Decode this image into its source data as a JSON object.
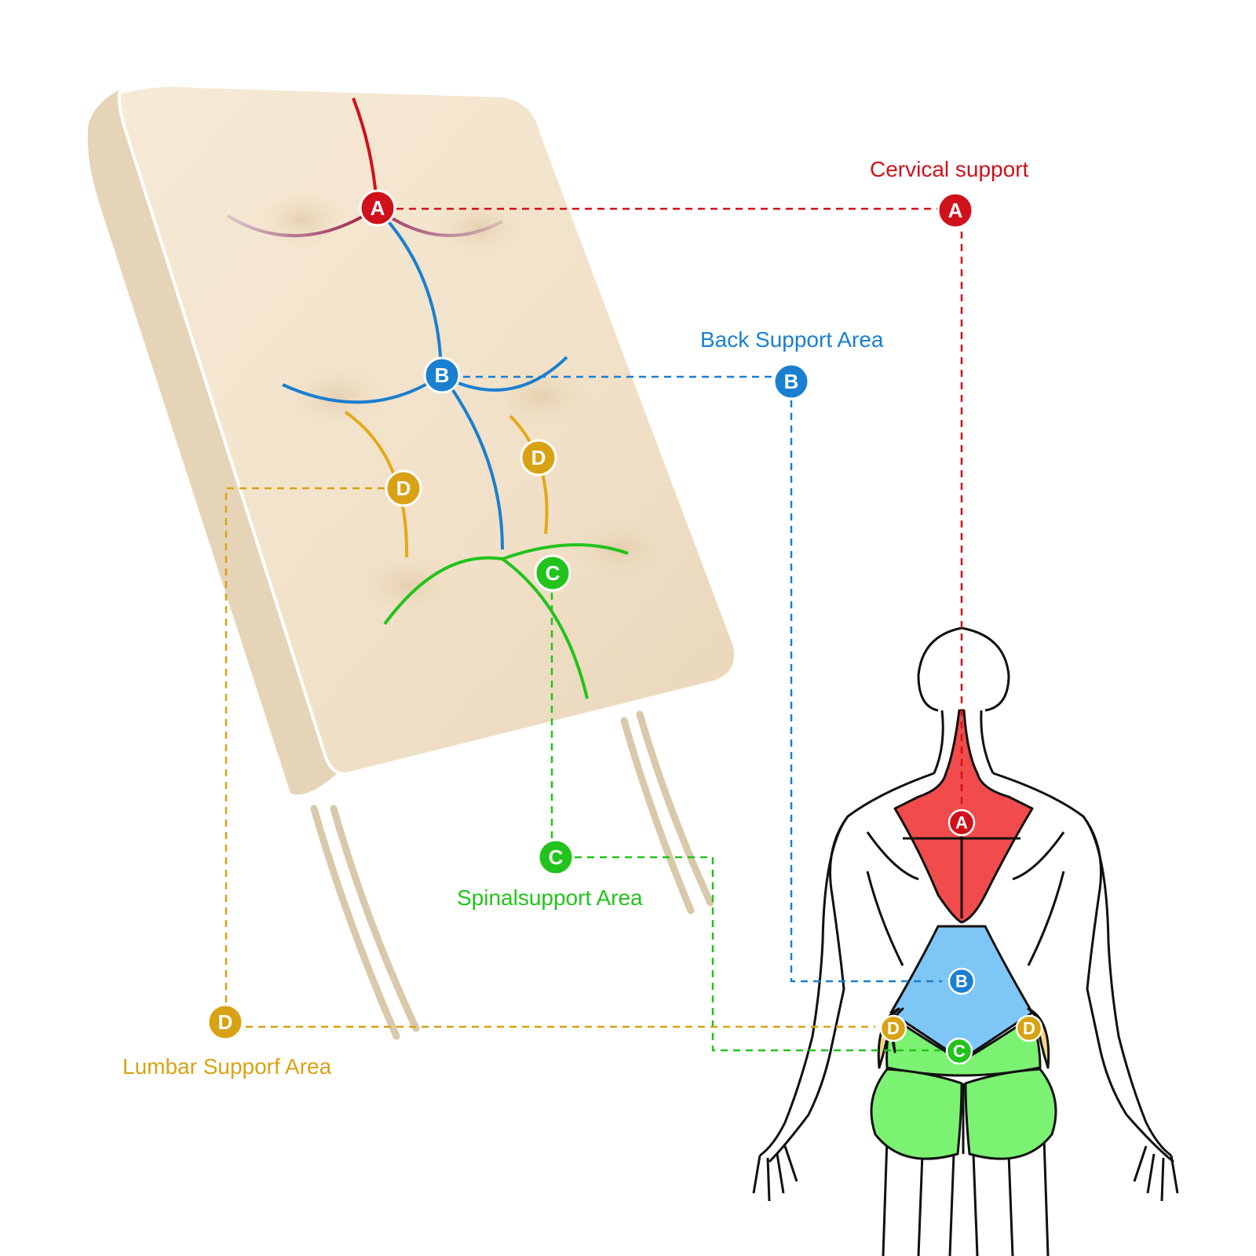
{
  "zones": {
    "A": {
      "letter": "A",
      "label": "Cervical support",
      "color": "#d0111b"
    },
    "B": {
      "letter": "B",
      "label": "Back Support Area",
      "color": "#1a7fd0"
    },
    "C": {
      "letter": "C",
      "label": "Spinalsupport Area",
      "color": "#22c31c"
    },
    "D": {
      "letter": "D",
      "label": "Lumbar Supporf Area",
      "color": "#d9a214"
    }
  },
  "colors": {
    "cushion": "#f2e3cc",
    "cushion_shadow": "#e3cfb2",
    "rope": "#e8dcc4",
    "body_outline": "#111111",
    "muscle_red": "#f14b4b",
    "muscle_blue": "#7ec6f5",
    "muscle_green": "#7cf272",
    "muscle_yellow": "#f6d484"
  }
}
